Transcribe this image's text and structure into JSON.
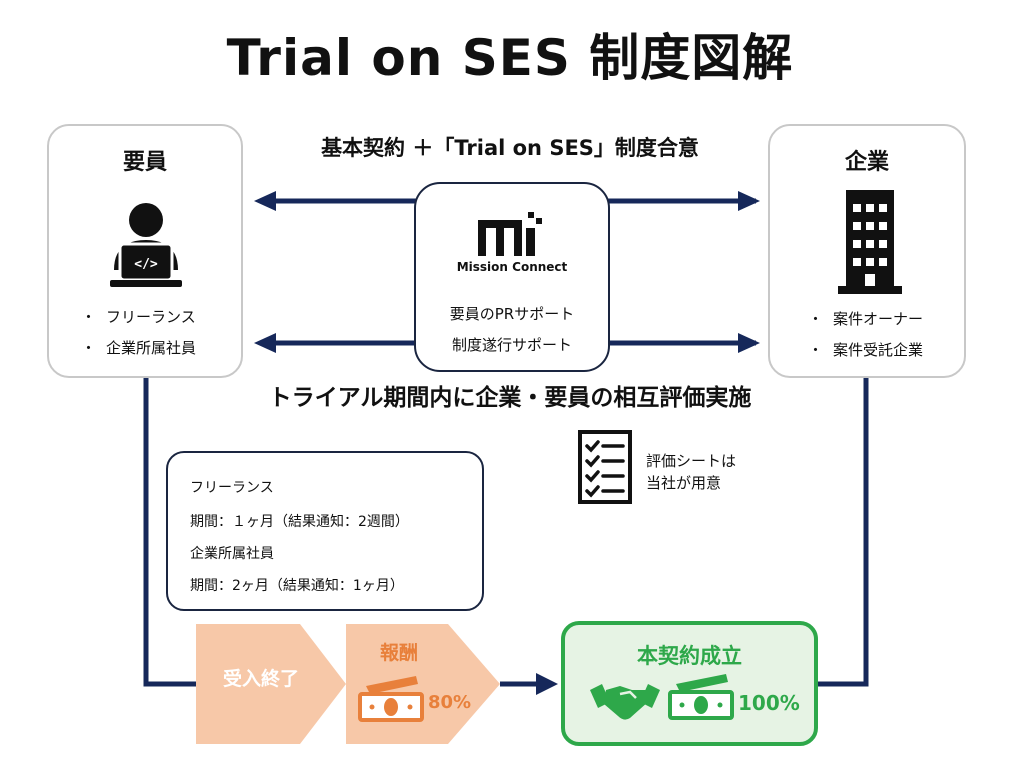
{
  "title": "Trial on SES 制度図解",
  "contract_text": "基本契約 ＋「Trial on SES」制度合意",
  "staff": {
    "title": "要員",
    "items": [
      "フリーランス",
      "企業所属社員"
    ],
    "icon": "developer-laptop-icon"
  },
  "company": {
    "title": "企業",
    "items": [
      "案件オーナー",
      "案件受託企業"
    ],
    "icon": "office-building-icon"
  },
  "mission_connect": {
    "logo_text": "Mission Connect",
    "support_items": [
      "要員のPRサポート",
      "制度遂行サポート"
    ]
  },
  "mutual_eval_text": "トライアル期間内に企業・要員の相互評価実施",
  "eval_sheet": {
    "icon": "checklist-icon",
    "lines": [
      "評価シートは",
      "当社が用意"
    ]
  },
  "trial_terms": {
    "lines": [
      "フリーランス",
      "期間：１ヶ月（結果通知：2週間）",
      "企業所属社員",
      "期間：2ヶ月（結果通知：1ヶ月）"
    ]
  },
  "flow": {
    "end_label": "受入終了",
    "reward_label": "報酬",
    "reward_percent": "80%",
    "contract_label": "本契約成立",
    "contract_percent": "100%"
  },
  "colors": {
    "navy": "#16285a",
    "orange_light": "#f7c8a8",
    "orange": "#e8803b",
    "green": "#2ea84a",
    "green_bg": "#e6f3e4"
  }
}
